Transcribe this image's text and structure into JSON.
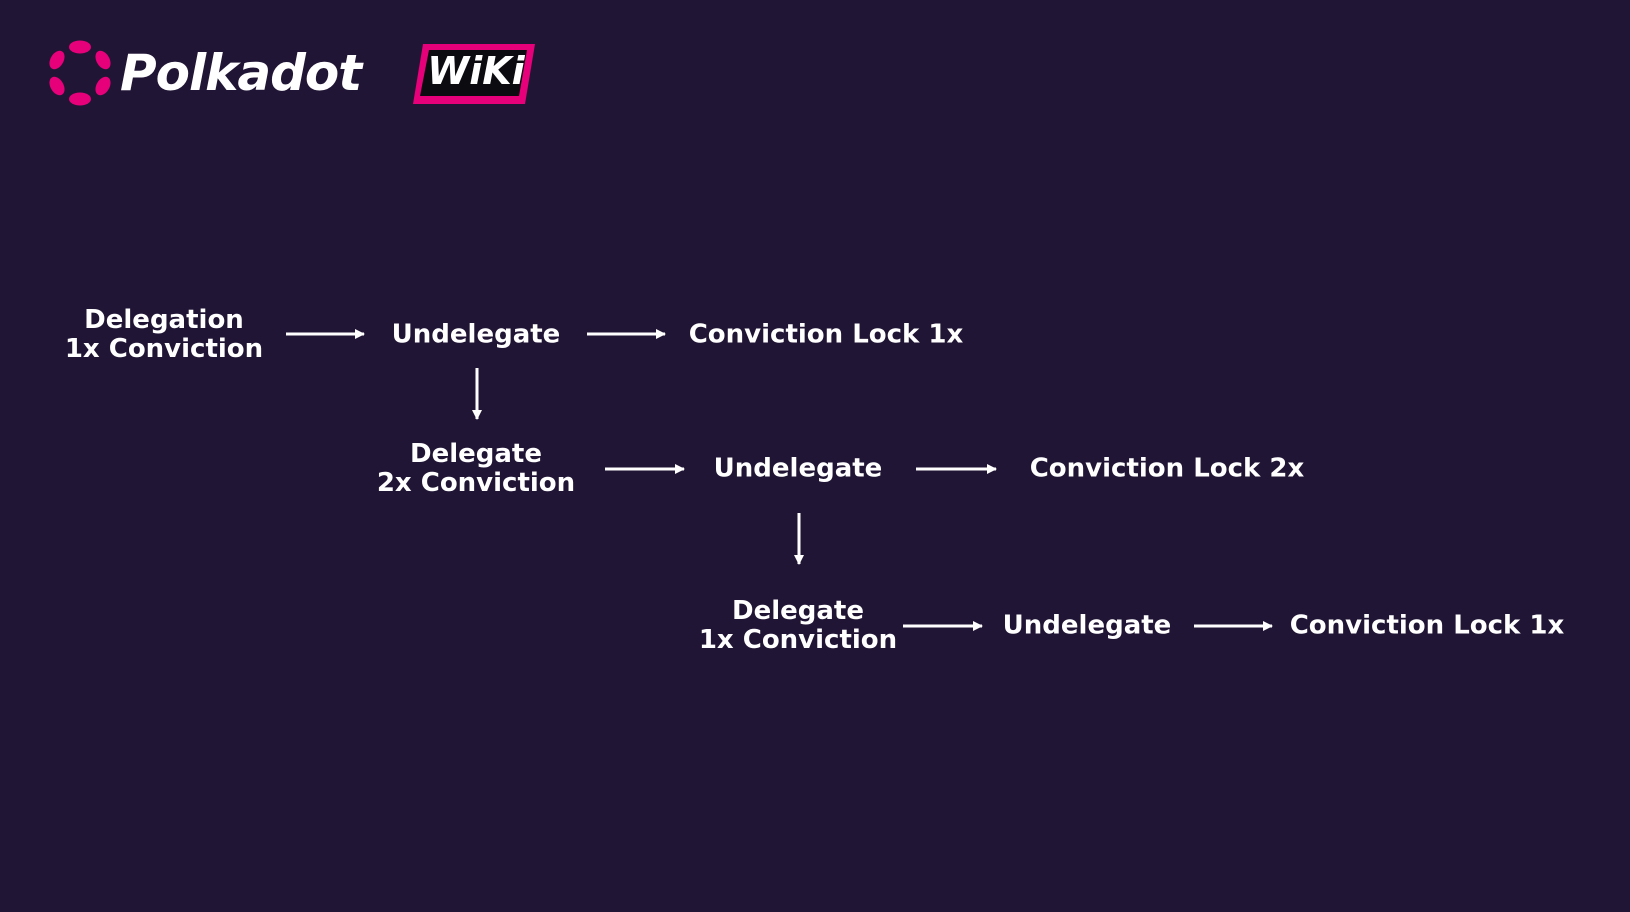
{
  "brand": {
    "name": "Polkadot",
    "badge": "WiKi",
    "colors": {
      "background": "#211535",
      "accent": "#E6007A",
      "text": "#FFFFFF"
    },
    "icon": "polkadot-logo-icon"
  },
  "diagram": {
    "nodes": {
      "delegation_1x": {
        "line1": "Delegation",
        "line2": "1x Conviction"
      },
      "undelegate_1": {
        "line1": "Undelegate"
      },
      "lock_1x_a": {
        "line1": "Conviction Lock 1x"
      },
      "delegate_2x": {
        "line1": "Delegate",
        "line2": "2x Conviction"
      },
      "undelegate_2": {
        "line1": "Undelegate"
      },
      "lock_2x": {
        "line1": "Conviction Lock 2x"
      },
      "delegate_1x": {
        "line1": "Delegate",
        "line2": "1x Conviction"
      },
      "undelegate_3": {
        "line1": "Undelegate"
      },
      "lock_1x_b": {
        "line1": "Conviction Lock 1x"
      }
    },
    "edges": [
      {
        "from": "delegation_1x",
        "to": "undelegate_1"
      },
      {
        "from": "undelegate_1",
        "to": "lock_1x_a"
      },
      {
        "from": "undelegate_1",
        "to": "delegate_2x"
      },
      {
        "from": "delegate_2x",
        "to": "undelegate_2"
      },
      {
        "from": "undelegate_2",
        "to": "lock_2x"
      },
      {
        "from": "undelegate_2",
        "to": "delegate_1x"
      },
      {
        "from": "delegate_1x",
        "to": "undelegate_3"
      },
      {
        "from": "undelegate_3",
        "to": "lock_1x_b"
      }
    ]
  }
}
